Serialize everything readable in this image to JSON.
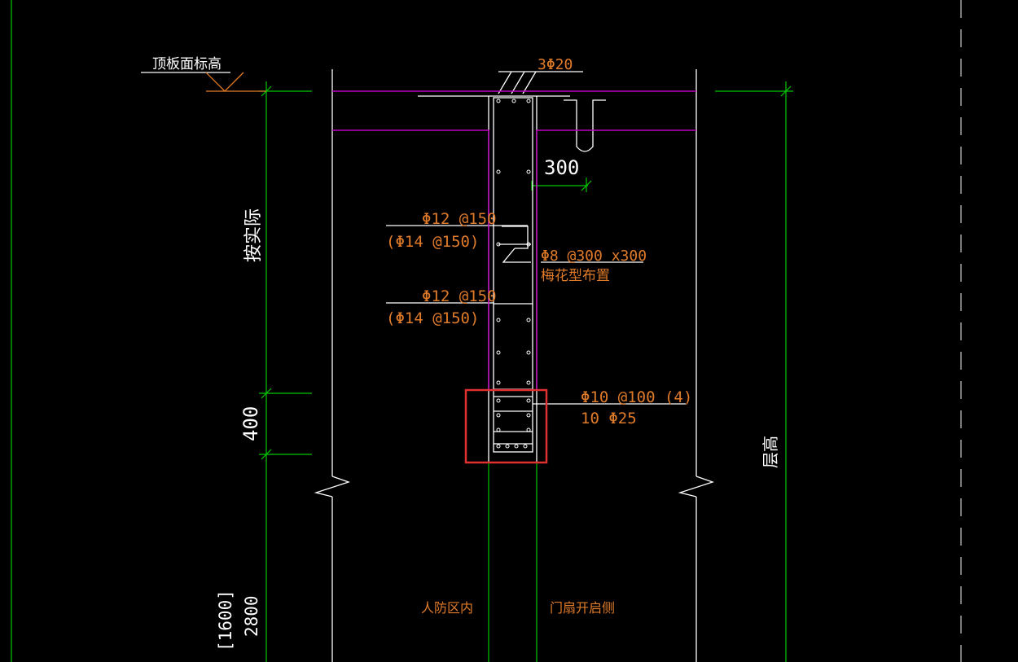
{
  "labels": {
    "top_elevation": "顶板面标高",
    "rebar_top": "3Φ20",
    "dim_300": "300",
    "wall_rebar_1": "Φ12 @150",
    "wall_rebar_1_alt": "(Φ14 @150)",
    "tie_rebar": "Φ8 @300 x300",
    "tie_note": "梅花型布置",
    "wall_rebar_2": "Φ12 @150",
    "wall_rebar_2_alt": "(Φ14 @150)",
    "stirrup": "Φ10 @100 (4)",
    "bottom_rebar": "10 Φ25",
    "dim_400": "400",
    "side_note": "按实际",
    "floor_height": "层高",
    "dim_2800": "2800",
    "dim_1600": "[1600]",
    "zone_inside": "人防区内",
    "door_side": "门扇开启侧"
  },
  "colors": {
    "background": "#000000",
    "green": "#00c800",
    "magenta": "#c000c0",
    "white": "#ffffff",
    "orange": "#e07b2a",
    "highlight": "#e03030"
  }
}
